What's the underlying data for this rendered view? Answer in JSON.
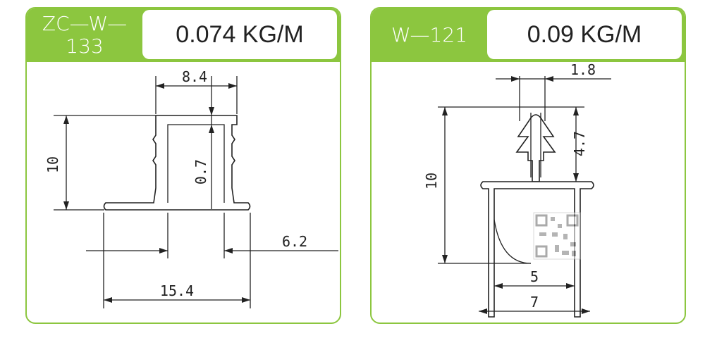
{
  "cards": [
    {
      "code": "ZC—W—\n133",
      "weight": "0.074 KG/M",
      "dims": {
        "top_width": "8.4",
        "height": "10",
        "wall": "0.7",
        "foot": "6.2",
        "base": "15.4"
      }
    },
    {
      "code": "W—121",
      "weight": "0.09 KG/M",
      "dims": {
        "stem_width": "1.8",
        "stem_height": "4.7",
        "height": "10",
        "inner": "5",
        "outer": "7"
      }
    }
  ],
  "colors": {
    "accent": "#8cc63f",
    "line": "#222222"
  },
  "icons": [
    "qr-code-watermark-icon"
  ]
}
